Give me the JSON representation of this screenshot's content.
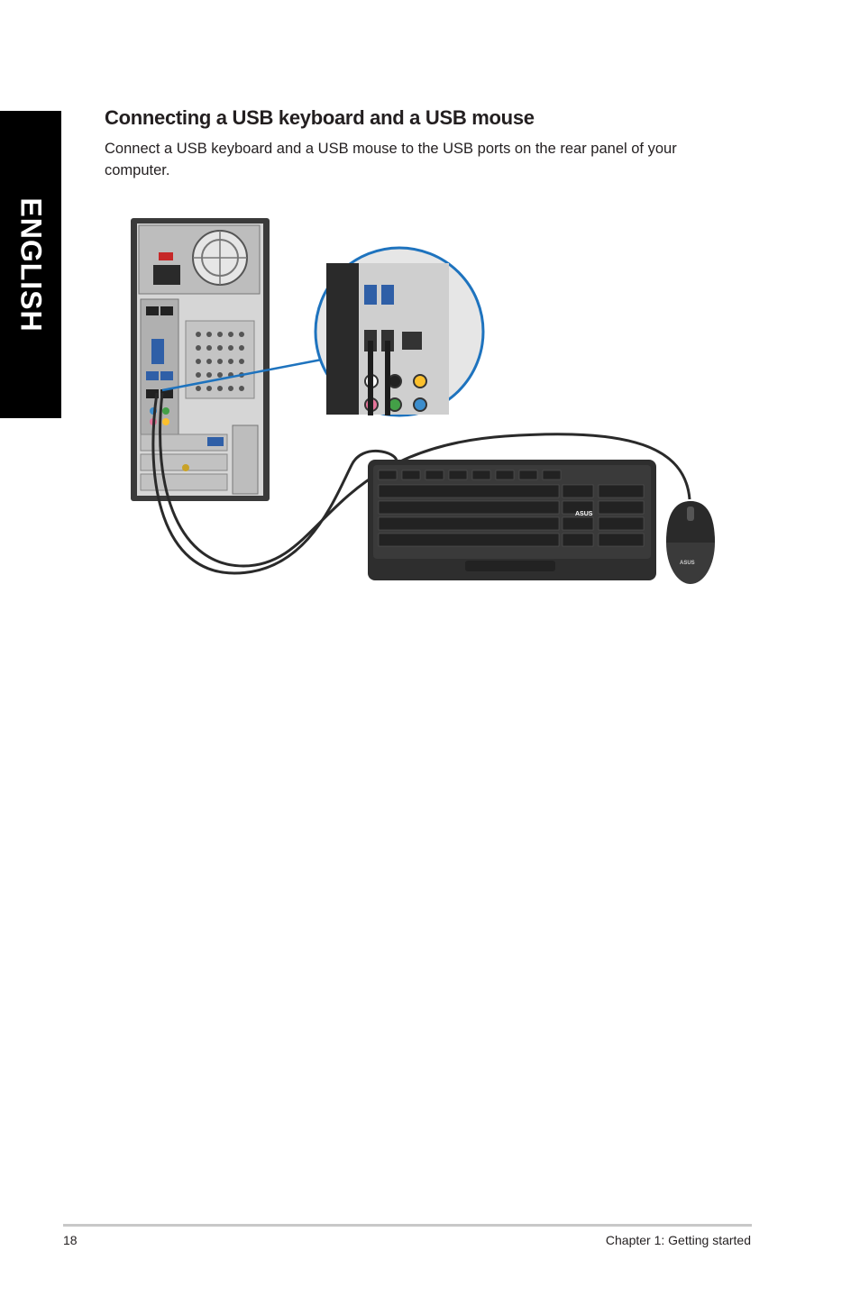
{
  "side_tab": {
    "label": "ENGLISH"
  },
  "section": {
    "title": "Connecting a USB keyboard and a USB mouse",
    "body": "Connect a USB keyboard and a USB mouse to the USB ports on the rear panel of your computer."
  },
  "figure": {
    "colors": {
      "callout_border": "#1e73be",
      "chassis": "#3a3a3a",
      "panel": "#d6d6d6",
      "cable": "#2a2a2a",
      "usb_blue": "#2f5fa7"
    },
    "keyboard_logo": "ASUS",
    "mouse_logo": "ASUS"
  },
  "footer": {
    "page_number": "18",
    "chapter": "Chapter 1: Getting started"
  }
}
